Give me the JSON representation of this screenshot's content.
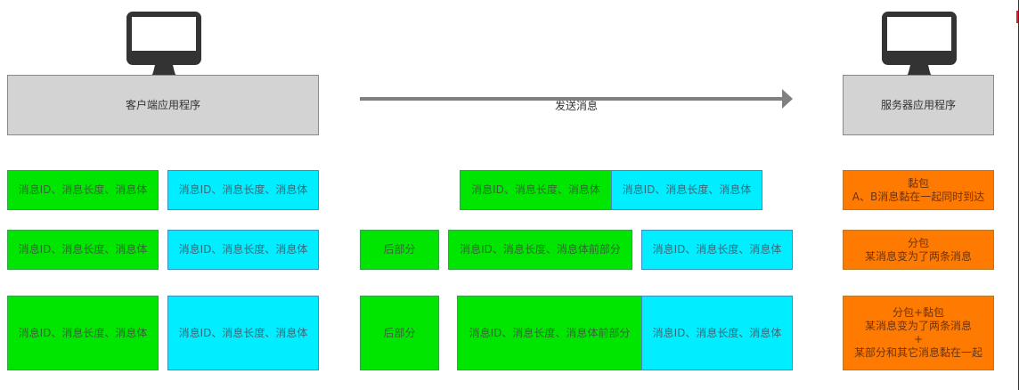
{
  "colors": {
    "app_box": "#d3d3d3",
    "message_a": "#00e600",
    "message_b": "#00eeff",
    "result": "#ff7a00",
    "arrow": "#808080",
    "monitor": "#333333"
  },
  "client": {
    "icon": "monitor-icon",
    "label": "客户端应用程序"
  },
  "server": {
    "icon": "monitor-icon",
    "label": "服务器应用程序"
  },
  "arrow": {
    "label": "发送消息"
  },
  "rows": [
    {
      "client": {
        "a": "消息ID、消息长度、消息体",
        "b": "消息ID、消息长度、消息体"
      },
      "transit": {
        "a": "消息ID、消息长度、消息体",
        "b": "消息ID、消息长度、消息体"
      },
      "result": {
        "title": "黏包",
        "desc": "A、B消息黏在一起同时到达"
      }
    },
    {
      "client": {
        "a": "消息ID、消息长度、消息体",
        "b": "消息ID、消息长度、消息体"
      },
      "transit": {
        "tail": "后部分",
        "a": "消息ID、消息长度、消息体前部分",
        "b": "消息ID、消息长度、消息体"
      },
      "result": {
        "title": "分包",
        "desc": "某消息变为了两条消息"
      }
    },
    {
      "client": {
        "a": "消息ID、消息长度、消息体",
        "b": "消息ID、消息长度、消息体"
      },
      "transit": {
        "tail": "后部分",
        "a": "消息ID、消息长度、消息体前部分",
        "b": "消息ID、消息长度、消息体"
      },
      "result": {
        "title": "分包+黏包",
        "desc": "某消息变为了两条消息",
        "plus": "+",
        "desc2": "某部分和其它消息黏在一起"
      }
    }
  ]
}
